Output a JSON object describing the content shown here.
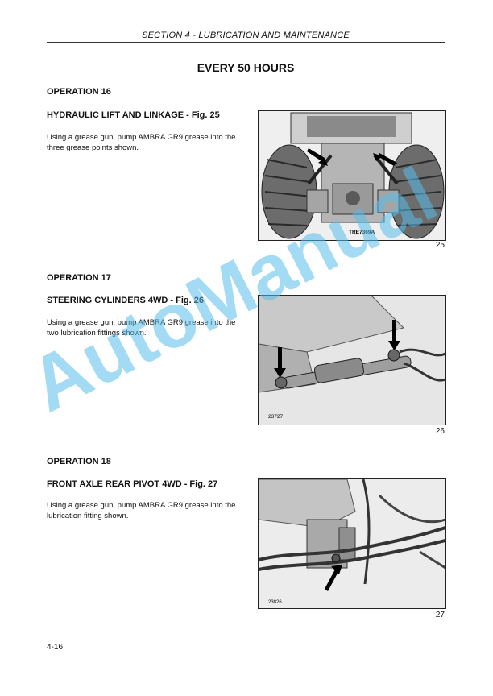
{
  "header": {
    "section": "SECTION 4  -  LUBRICATION AND MAINTENANCE"
  },
  "main_title": "EVERY 50 HOURS",
  "operations": [
    {
      "label": "OPERATION 16",
      "title": "HYDRAULIC LIFT AND LINKAGE - Fig. 25",
      "body": "Using a grease gun, pump AMBRA GR9 grease into the three grease points shown.",
      "figure": {
        "code": "TRE7369A",
        "number": "25"
      }
    },
    {
      "label": "OPERATION 17",
      "title": "STEERING CYLINDERS 4WD - Fig.  26",
      "body": "Using a grease gun, pump AMBRA GR9 grease into the two lubrication fittings shown.",
      "figure": {
        "code": "23727",
        "number": "26"
      }
    },
    {
      "label": "OPERATION 18",
      "title": "FRONT AXLE REAR PIVOT 4WD - Fig. 27",
      "body": "Using a grease gun, pump AMBRA GR9 grease into the lubrication fitting shown.",
      "figure": {
        "code": "23826",
        "number": "27"
      }
    }
  ],
  "watermark": "AutoManual",
  "page_number": "4-16"
}
